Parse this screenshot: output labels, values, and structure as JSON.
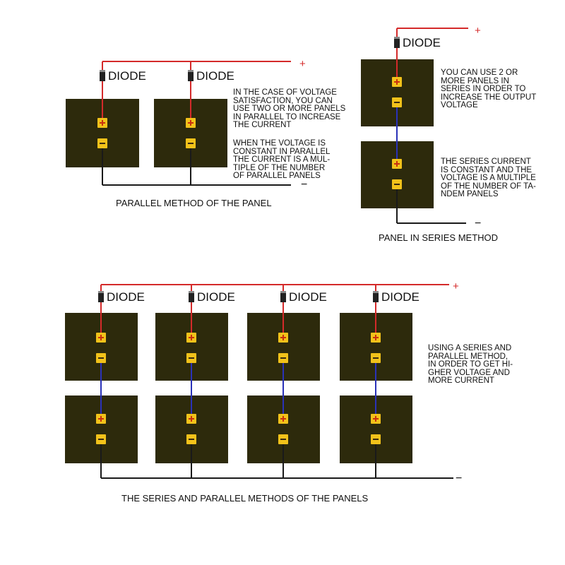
{
  "labels": {
    "diode": "DIODE",
    "plus": "+",
    "minus": "−",
    "terminal_plus": "+",
    "terminal_minus": "−"
  },
  "colors": {
    "panel": "#2d2a0c",
    "positive_wire": "#d42a2a",
    "negative_wire": "#1a1a1a",
    "series_link": "#2a32b8",
    "terminal": "#f2c21a",
    "terminal_mark": "#c83010",
    "diode_body": "#222222"
  },
  "parallel": {
    "note_1": "IN THE CASE OF VOLTAGE\nSATISFACTION, YOU CAN\nUSE TWO OR MORE PANELS\nIN PARALLEL TO INCREASE\nTHE CURRENT",
    "note_2": "WHEN THE VOLTAGE IS\nCONSTANT IN PARALLEL\nTHE CURRENT IS A MUL-\nTIPLE OF THE NUMBER\nOF PARALLEL PANELS",
    "caption": "PARALLEL METHOD OF THE PANEL"
  },
  "series": {
    "note_1": "YOU CAN USE 2 OR\nMORE PANELS IN\nSERIES IN ORDER TO\n INCREASE THE OUTPUT\n VOLTAGE",
    "note_2": "THE SERIES CURRENT\nIS CONSTANT AND THE\nVOLTAGE IS A MULTIPLE\nOF THE NUMBER OF TA-\nNDEM PANELS",
    "caption": "PANEL IN SERIES METHOD"
  },
  "combined": {
    "note": "USING A SERIES AND\nPARALLEL METHOD,\nIN ORDER TO GET HI-\nGHER VOLTAGE AND\nMORE CURRENT",
    "caption": "THE SERIES AND PARALLEL METHODS OF THE PANELS"
  }
}
